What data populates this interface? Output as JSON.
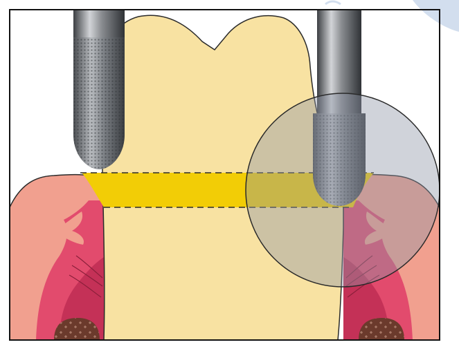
{
  "figure": {
    "kind": "dental preparation diagram",
    "elements": [
      "tooth-crown",
      "gingiva-left",
      "gingiva-right",
      "bone-left",
      "bone-right",
      "margin-band",
      "diamond-bur-left",
      "diamond-bur-right",
      "magnifier-circle"
    ],
    "colors": {
      "background": "#ffffff",
      "frame": "#111111",
      "tooth": "#f8e2a2",
      "tooth_outline": "#2a2a2a",
      "margin_band": "#f2cd06",
      "gingiva_outer": "#f1a08f",
      "gingiva_inner": "#e24b6d",
      "gingiva_deep": "#c43157",
      "bone": "#6b3a2c",
      "bur_shaft": "#5a5d61",
      "bur_highlight": "#c9cbce",
      "magnifier_fill": "#8e97a6",
      "watermark": "#c7d6ea"
    }
  }
}
